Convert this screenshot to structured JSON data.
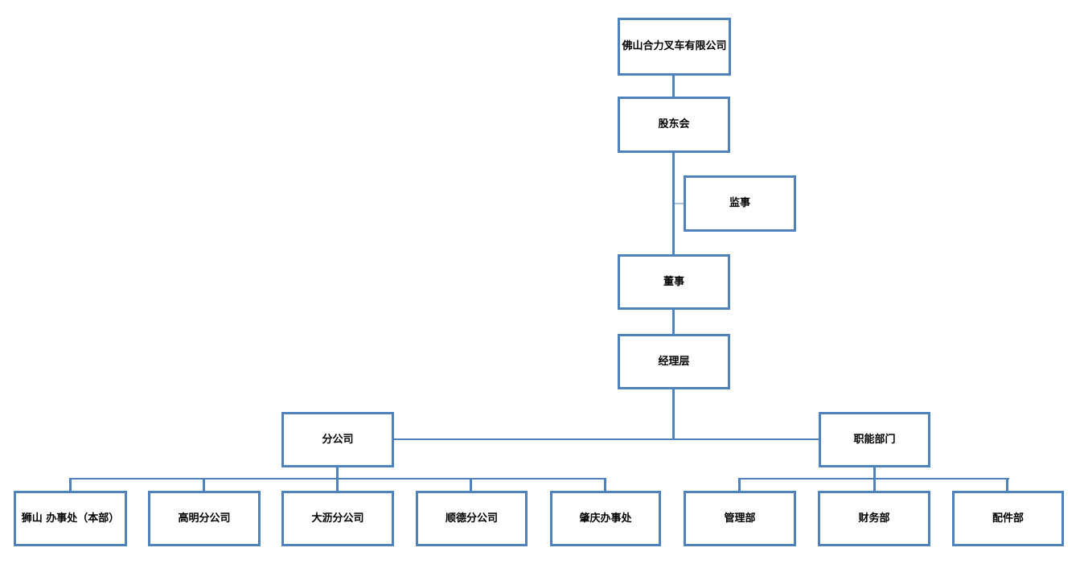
{
  "diagram": {
    "type": "org-chart",
    "colors": {
      "box_border": "#4f81bd",
      "connector": "#4f81bd",
      "connector_light": "#a7c2de",
      "background": "#ffffff",
      "text": "#000000"
    },
    "nodes": {
      "company": {
        "label": "佛山合力叉车有限公司"
      },
      "shareholders": {
        "label": "股东会"
      },
      "supervisor": {
        "label": "监事"
      },
      "director": {
        "label": "董事"
      },
      "management": {
        "label": "经理层"
      },
      "branches": {
        "label": "分公司"
      },
      "functional": {
        "label": "职能部门"
      },
      "shishan": {
        "label": "狮山 办事处（本部）"
      },
      "gaoming": {
        "label": "高明分公司"
      },
      "dali": {
        "label": "大沥分公司"
      },
      "shunde": {
        "label": "顺德分公司"
      },
      "zhaoqing": {
        "label": "肇庆办事处"
      },
      "admin": {
        "label": "管理部"
      },
      "finance": {
        "label": "财务部"
      },
      "parts": {
        "label": "配件部"
      }
    },
    "edges": [
      {
        "from": "company",
        "to": "shareholders"
      },
      {
        "from": "shareholders",
        "to": "director"
      },
      {
        "from": "shareholders",
        "to": "supervisor"
      },
      {
        "from": "director",
        "to": "management"
      },
      {
        "from": "management",
        "to": "branches"
      },
      {
        "from": "management",
        "to": "functional"
      },
      {
        "from": "branches",
        "to": "shishan"
      },
      {
        "from": "branches",
        "to": "gaoming"
      },
      {
        "from": "branches",
        "to": "dali"
      },
      {
        "from": "branches",
        "to": "shunde"
      },
      {
        "from": "branches",
        "to": "zhaoqing"
      },
      {
        "from": "functional",
        "to": "admin"
      },
      {
        "from": "functional",
        "to": "finance"
      },
      {
        "from": "functional",
        "to": "parts"
      }
    ]
  }
}
